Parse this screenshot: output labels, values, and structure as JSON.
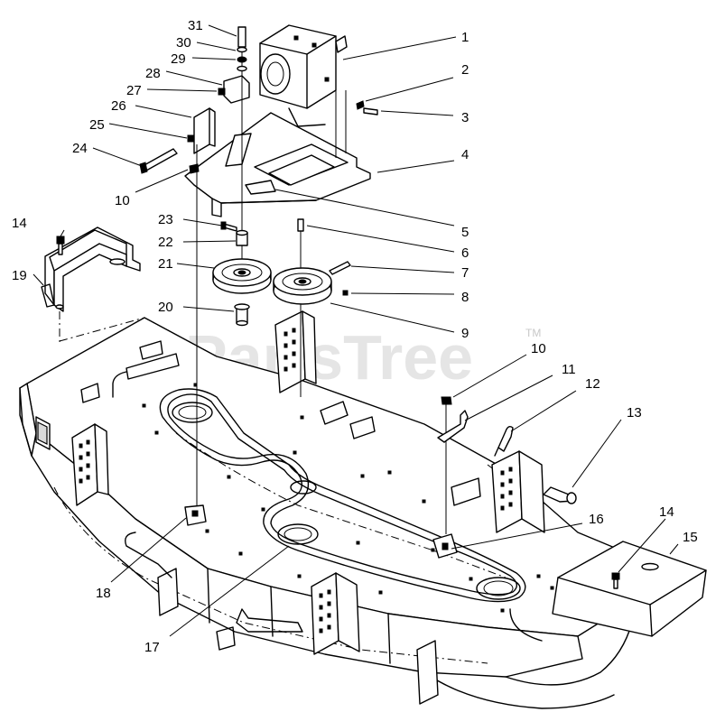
{
  "watermark": {
    "text": "PartsTree",
    "trademark": "TM"
  },
  "callouts": [
    {
      "id": "c31",
      "label": "31"
    },
    {
      "id": "c30",
      "label": "30"
    },
    {
      "id": "c29",
      "label": "29"
    },
    {
      "id": "c28",
      "label": "28"
    },
    {
      "id": "c27",
      "label": "27"
    },
    {
      "id": "c26",
      "label": "26"
    },
    {
      "id": "c25",
      "label": "25"
    },
    {
      "id": "c24",
      "label": "24"
    },
    {
      "id": "c10a",
      "label": "10"
    },
    {
      "id": "c14a",
      "label": "14"
    },
    {
      "id": "c19",
      "label": "19"
    },
    {
      "id": "c23",
      "label": "23"
    },
    {
      "id": "c22",
      "label": "22"
    },
    {
      "id": "c21",
      "label": "21"
    },
    {
      "id": "c20",
      "label": "20"
    },
    {
      "id": "c1",
      "label": "1"
    },
    {
      "id": "c2",
      "label": "2"
    },
    {
      "id": "c3",
      "label": "3"
    },
    {
      "id": "c4",
      "label": "4"
    },
    {
      "id": "c5",
      "label": "5"
    },
    {
      "id": "c6",
      "label": "6"
    },
    {
      "id": "c7",
      "label": "7"
    },
    {
      "id": "c8",
      "label": "8"
    },
    {
      "id": "c9",
      "label": "9"
    },
    {
      "id": "c10b",
      "label": "10"
    },
    {
      "id": "c11",
      "label": "11"
    },
    {
      "id": "c12",
      "label": "12"
    },
    {
      "id": "c13",
      "label": "13"
    },
    {
      "id": "c14b",
      "label": "14"
    },
    {
      "id": "c15",
      "label": "15"
    },
    {
      "id": "c16",
      "label": "16"
    },
    {
      "id": "c17",
      "label": "17"
    },
    {
      "id": "c18",
      "label": "18"
    }
  ]
}
